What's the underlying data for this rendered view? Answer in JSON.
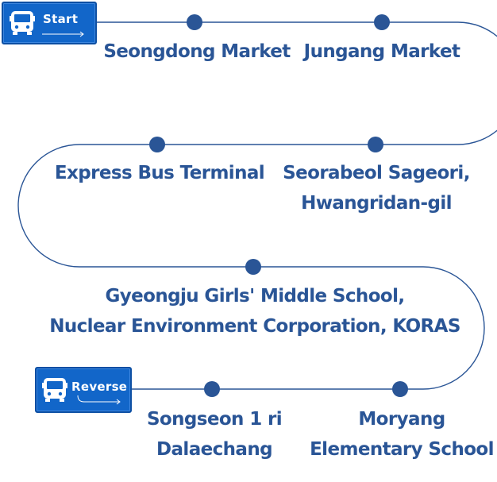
{
  "route": {
    "start_label": "Start",
    "reverse_label": "Reverse",
    "colors": {
      "line": "#2a5596",
      "stop_dot": "#2a5596",
      "label": "#2a5596",
      "badge_bg": "#1266c9"
    },
    "stops": [
      {
        "id": "seongdong-market",
        "lines": [
          "Seongdong Market"
        ]
      },
      {
        "id": "jungang-market",
        "lines": [
          "Jungang Market"
        ]
      },
      {
        "id": "seorabeol-sageori",
        "lines": [
          "Seorabeol Sageori,",
          "Hwangridan-gil"
        ]
      },
      {
        "id": "express-bus-terminal",
        "lines": [
          "Express Bus Terminal"
        ]
      },
      {
        "id": "gyeongju-girls-middle-school",
        "lines": [
          "Gyeongju Girls' Middle School,",
          "Nuclear Environment Corporation, KORAS"
        ]
      },
      {
        "id": "moryang-elementary-school",
        "lines": [
          "Moryang",
          "Elementary School"
        ]
      },
      {
        "id": "songseon-1-ri",
        "lines": [
          "Songseon 1 ri",
          "Dalaechang"
        ]
      }
    ]
  }
}
